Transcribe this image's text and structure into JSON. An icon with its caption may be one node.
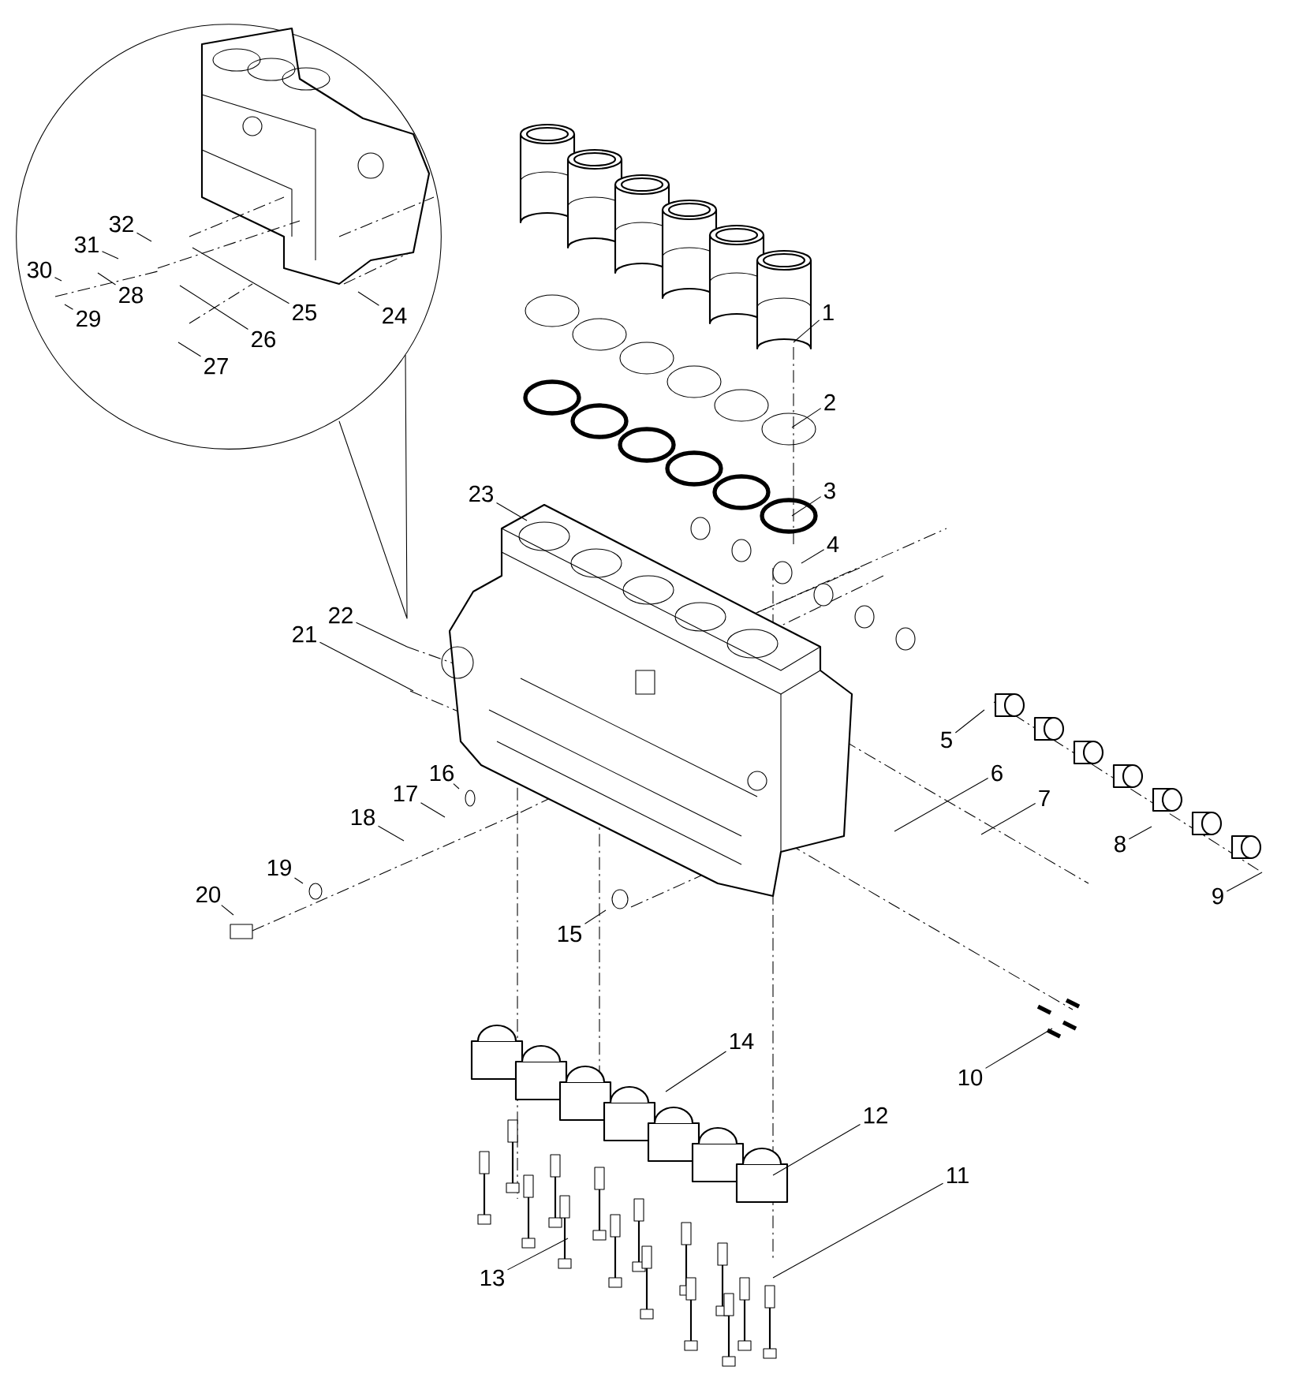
{
  "diagram": {
    "nodes": [
      {
        "text": [],
        "shape": "circle"
      },
      {
        "text": [
          "1"
        ]
      },
      {
        "text": [
          "2"
        ]
      },
      {
        "text": [
          "3"
        ]
      },
      {
        "text": [
          "4"
        ]
      },
      {
        "text": [
          "5"
        ]
      },
      {
        "text": [
          "6"
        ]
      },
      {
        "text": [
          "7"
        ]
      },
      {
        "text": [
          "8"
        ]
      },
      {
        "text": [
          "9"
        ]
      },
      {
        "text": [
          "10"
        ]
      },
      {
        "text": [
          "11"
        ]
      },
      {
        "text": [
          "12"
        ]
      },
      {
        "text": [
          "13"
        ]
      },
      {
        "text": [
          "14"
        ]
      },
      {
        "text": [
          "15"
        ]
      },
      {
        "text": [
          "16"
        ]
      },
      {
        "text": [
          "17"
        ]
      },
      {
        "text": [
          "18"
        ]
      },
      {
        "text": [
          "19"
        ]
      },
      {
        "text": [
          "20"
        ]
      },
      {
        "text": [
          "21"
        ]
      },
      {
        "text": [
          "22"
        ]
      },
      {
        "text": [
          "23"
        ]
      },
      {
        "text": [
          "24"
        ],
        "in": 0
      },
      {
        "text": [
          "25"
        ],
        "in": 0
      },
      {
        "text": [
          "26"
        ],
        "in": 0
      },
      {
        "text": [
          "27"
        ],
        "in": 0
      },
      {
        "text": [
          "28"
        ],
        "in": 0
      },
      {
        "text": [
          "29"
        ],
        "in": 0
      },
      {
        "text": [
          "30"
        ],
        "in": 0
      },
      {
        "text": [
          "31"
        ],
        "in": 0
      },
      {
        "text": [
          "32"
        ],
        "in": 0
      }
    ],
    "edges": [
      {
        "from": 1,
        "to": null,
        "arrow": "none"
      },
      {
        "from": 2,
        "to": null,
        "arrow": "none"
      },
      {
        "from": 3,
        "to": null,
        "arrow": "none"
      },
      {
        "from": 4,
        "to": null,
        "arrow": "none"
      },
      {
        "from": 5,
        "to": null,
        "arrow": "none"
      },
      {
        "from": 6,
        "to": null,
        "arrow": "none"
      },
      {
        "from": 7,
        "to": null,
        "arrow": "none"
      },
      {
        "from": 8,
        "to": null,
        "arrow": "none"
      },
      {
        "from": 9,
        "to": null,
        "arrow": "none"
      },
      {
        "from": 10,
        "to": null,
        "arrow": "none"
      },
      {
        "from": 11,
        "to": null,
        "arrow": "none"
      },
      {
        "from": 12,
        "to": null,
        "arrow": "none"
      },
      {
        "from": 13,
        "to": null,
        "arrow": "none"
      },
      {
        "from": 14,
        "to": null,
        "arrow": "none"
      },
      {
        "from": 15,
        "to": null,
        "arrow": "none"
      },
      {
        "from": 16,
        "to": null,
        "arrow": "none"
      },
      {
        "from": 17,
        "to": null,
        "arrow": "none"
      },
      {
        "from": 18,
        "to": null,
        "arrow": "none"
      },
      {
        "from": 19,
        "to": null,
        "arrow": "none"
      },
      {
        "from": 20,
        "to": null,
        "arrow": "none"
      },
      {
        "from": 21,
        "to": null,
        "arrow": "none"
      },
      {
        "from": 22,
        "to": null,
        "arrow": "none"
      },
      {
        "from": 23,
        "to": null,
        "arrow": "none"
      },
      {
        "from": 24,
        "to": null,
        "arrow": "none"
      },
      {
        "from": 25,
        "to": null,
        "arrow": "none"
      },
      {
        "from": 26,
        "to": null,
        "arrow": "none"
      },
      {
        "from": 27,
        "to": null,
        "arrow": "none"
      },
      {
        "from": 28,
        "to": null,
        "arrow": "none"
      },
      {
        "from": 29,
        "to": null,
        "arrow": "none"
      },
      {
        "from": 30,
        "to": null,
        "arrow": "none"
      },
      {
        "from": 31,
        "to": null,
        "arrow": "none"
      },
      {
        "from": 32,
        "to": null,
        "arrow": "none"
      }
    ]
  }
}
